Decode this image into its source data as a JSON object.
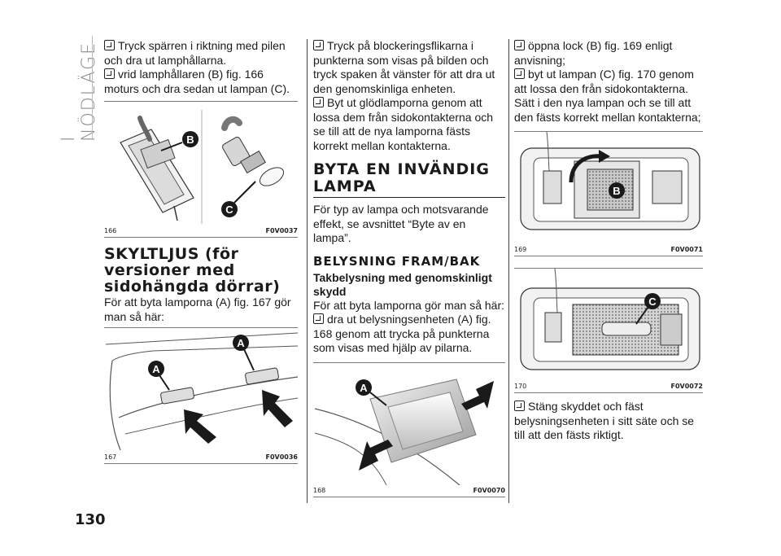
{
  "sidebar": {
    "section_title": "I NÖDLÄGE"
  },
  "page_number": "130",
  "col1": {
    "p1": "Tryck spärren i riktning med pilen och dra ut lamphållarna.",
    "p2": "vrid lamphållaren (B) fig. 166 moturs och dra sedan ut lampan (C).",
    "fig166": {
      "number": "166",
      "code": "F0V0037",
      "label_b": "B",
      "label_c": "C"
    },
    "heading": "SKYLTLJUS (för versioner med sidohängda dörrar)",
    "p3": "För att byta lamporna (A) fig. 167 gör man så här:",
    "fig167": {
      "number": "167",
      "code": "F0V0036",
      "label_a1": "A",
      "label_a2": "A"
    }
  },
  "col2": {
    "p1": "Tryck på blockeringsflikarna i punkterna som visas på bilden och tryck spaken åt vänster för att dra ut den genomskinliga enheten.",
    "p2": "Byt ut glödlamporna genom att lossa dem från sidokontakterna och se till att de nya lamporna fästs korrekt mellan kontakterna.",
    "heading": "BYTA EN INVÄNDIG LAMPA",
    "p3": "För typ av lampa och motsvarande effekt, se avsnittet “Byte av en lampa”.",
    "subheading": "BELYSNING FRAM/BAK",
    "subsubheading": "Takbelysning med genomskinligt skydd",
    "p4": "För att byta lamporna gör man så här:",
    "p5": "dra ut belysningsenheten (A) fig. 168 genom att trycka på punkterna som visas med hjälp av pilarna.",
    "fig168": {
      "number": "168",
      "code": "F0V0070",
      "label_a": "A"
    }
  },
  "col3": {
    "p1": "öppna lock (B) fig. 169 enligt anvisning;",
    "p2": "byt ut lampan (C) fig. 170 genom att lossa den från sidokontakterna. Sätt i den nya lampan och se till att den fästs korrekt mellan kontakterna;",
    "fig169": {
      "number": "169",
      "code": "F0V0071",
      "label_b": "B"
    },
    "fig170": {
      "number": "170",
      "code": "F0V0072",
      "label_c": "C"
    },
    "p3": "Stäng skyddet och fäst belysningsenheten i sitt säte och se till att den fästs riktigt."
  }
}
